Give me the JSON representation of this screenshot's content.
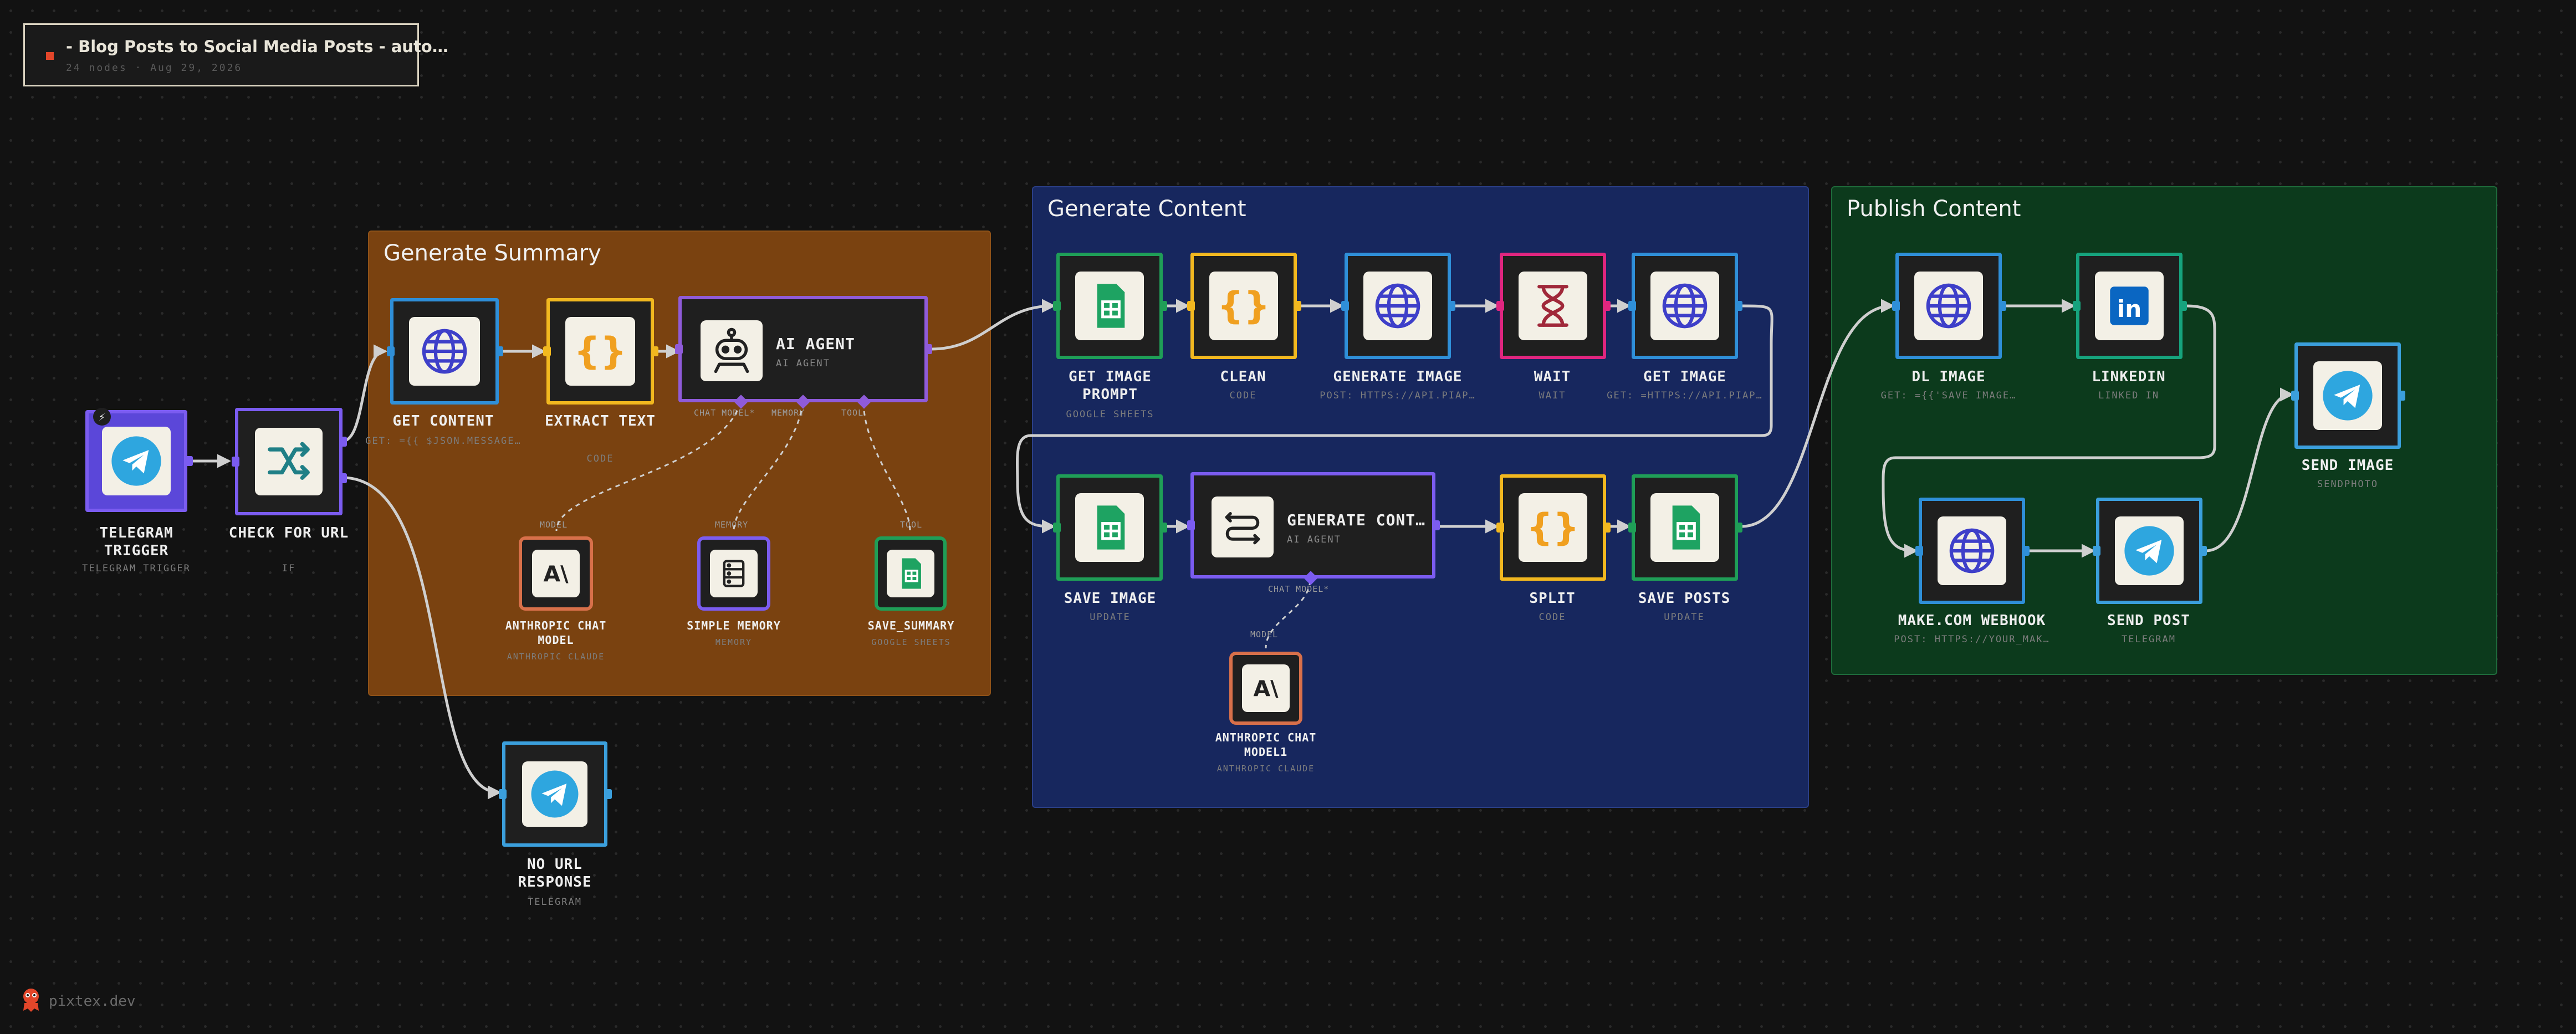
{
  "workflow": {
    "title": "- Blog Posts to Social Media Posts - auto…",
    "meta": "24 nodes · Aug 29, 2026"
  },
  "groups": {
    "summary": "Generate Summary",
    "content": "Generate Content",
    "publish": "Publish Content"
  },
  "nodes": {
    "telegram_trigger": {
      "label": "TELEGRAM TRIGGER",
      "sub": "TELEGRAM TRIGGER",
      "icon": "telegram-icon"
    },
    "check_url": {
      "label": "CHECK FOR URL",
      "sub": "IF",
      "icon": "branch-icon"
    },
    "get_content": {
      "label": "GET CONTENT",
      "sub": "GET: ={{ $JSON.MESSAGE…",
      "icon": "globe-icon"
    },
    "extract_text": {
      "label": "EXTRACT TEXT",
      "sub": "CODE",
      "icon": "code-braces-icon"
    },
    "ai_agent": {
      "label": "AI AGENT",
      "sub": "AI AGENT",
      "icon": "robot-icon"
    },
    "anthropic_model": {
      "label": "ANTHROPIC CHAT MODEL",
      "sub": "ANTHROPIC CLAUDE",
      "icon": "anthropic-icon"
    },
    "simple_memory": {
      "label": "SIMPLE MEMORY",
      "sub": "MEMORY",
      "icon": "memory-icon"
    },
    "save_summary": {
      "label": "SAVE_SUMMARY",
      "sub": "GOOGLE SHEETS",
      "icon": "sheets-icon"
    },
    "no_url": {
      "label": "NO URL RESPONSE",
      "sub": "TELEGRAM",
      "icon": "telegram-icon"
    },
    "get_image_prompt": {
      "label": "GET IMAGE PROMPT",
      "sub": "GOOGLE SHEETS",
      "icon": "sheets-icon"
    },
    "clean": {
      "label": "CLEAN",
      "sub": "CODE",
      "icon": "code-braces-icon"
    },
    "generate_image": {
      "label": "GENERATE IMAGE",
      "sub": "POST: HTTPS://API.PIAP…",
      "icon": "globe-icon"
    },
    "wait": {
      "label": "WAIT",
      "sub": "WAIT",
      "icon": "hourglass-icon"
    },
    "get_image": {
      "label": "GET IMAGE",
      "sub": "GET: =HTTPS://API.PIAP…",
      "icon": "globe-icon"
    },
    "save_image": {
      "label": "SAVE IMAGE",
      "sub": "UPDATE",
      "icon": "sheets-icon"
    },
    "generate_content": {
      "label": "GENERATE CONT…",
      "sub": "AI AGENT",
      "icon": "agent-route-icon"
    },
    "anthropic_model1": {
      "label": "ANTHROPIC CHAT MODEL1",
      "sub": "ANTHROPIC CLAUDE",
      "icon": "anthropic-icon"
    },
    "split": {
      "label": "SPLIT",
      "sub": "CODE",
      "icon": "code-braces-icon"
    },
    "save_posts": {
      "label": "SAVE POSTS",
      "sub": "UPDATE",
      "icon": "sheets-icon"
    },
    "dl_image": {
      "label": "DL IMAGE",
      "sub": "GET: ={{'SAVE IMAGE…",
      "icon": "globe-icon"
    },
    "linkedin": {
      "label": "LINKEDIN",
      "sub": "LINKED IN",
      "icon": "linkedin-icon"
    },
    "send_image": {
      "label": "SEND IMAGE",
      "sub": "SENDPHOTO",
      "icon": "telegram-icon"
    },
    "make_webhook": {
      "label": "MAKE.COM WEBHOOK",
      "sub": "POST: HTTPS://YOUR_MAK…",
      "icon": "globe-icon"
    },
    "send_post": {
      "label": "SEND POST",
      "sub": "TELEGRAM",
      "icon": "telegram-icon"
    }
  },
  "sub_ports": {
    "ai_agent": [
      "CHAT MODEL*",
      "MEMORY",
      "TOOL"
    ],
    "generate_content": [
      "CHAT MODEL*"
    ],
    "anthropic_model": "MODEL",
    "simple_memory": "MEMORY",
    "save_summary": "TOOL",
    "anthropic_model1": "MODEL"
  },
  "trigger_badge": "⚡",
  "footer": {
    "brand": "pixtex.dev",
    "icon": "mascot-icon"
  },
  "colors": {
    "telegram": "#3b9fdc",
    "logic": "#7b5cf0",
    "http": "#2f8fd8",
    "code": "#f2b81f",
    "agent": "#8f5bd9",
    "anthropic": "#d8704a",
    "sheets": "#1f9e57",
    "wait": "#e0267f",
    "linkedin": "#16a37d",
    "summary_bg": "#7a4210",
    "content_bg": "#17275e",
    "publish_bg": "#0c3a1c"
  }
}
